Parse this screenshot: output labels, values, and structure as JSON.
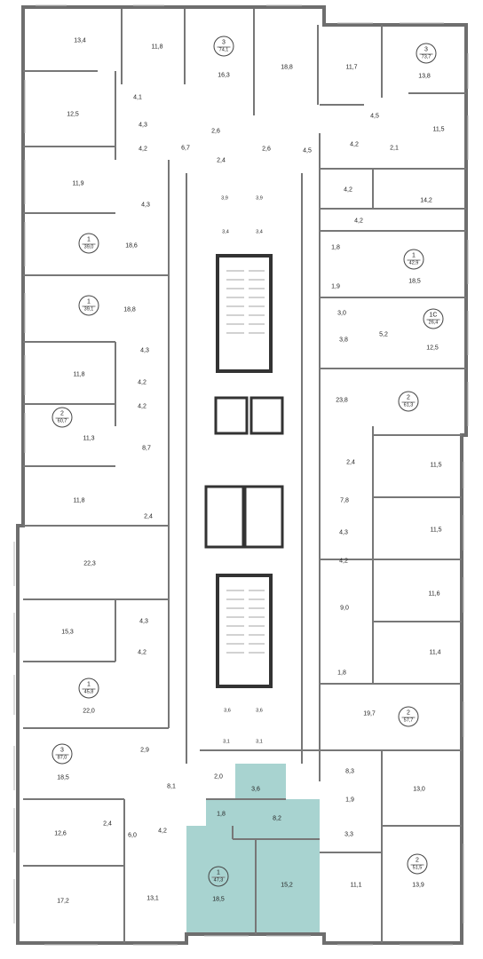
{
  "plan": {
    "highlight_color": "#a8d3d0",
    "wall_color": "#6e6e6e",
    "highlighted_apartment": {
      "rooms": "1",
      "area": "47,3"
    }
  },
  "apartments": [
    {
      "rooms": "3",
      "area": "74,1"
    },
    {
      "rooms": "3",
      "area": "73,7"
    },
    {
      "rooms": "1",
      "area": "39,0"
    },
    {
      "rooms": "1",
      "area": "42,9"
    },
    {
      "rooms": "1",
      "area": "39,1"
    },
    {
      "rooms": "1С",
      "area": "26,4"
    },
    {
      "rooms": "2",
      "area": "61,3"
    },
    {
      "rooms": "2",
      "area": "60,7"
    },
    {
      "rooms": "1",
      "area": "45,8"
    },
    {
      "rooms": "2",
      "area": "57,7"
    },
    {
      "rooms": "3",
      "area": "87,0"
    },
    {
      "rooms": "2",
      "area": "51,5"
    },
    {
      "rooms": "1",
      "area": "47,3"
    }
  ],
  "rooms": [
    "13,4",
    "11,8",
    "16,3",
    "18,8",
    "11,7",
    "13,8",
    "12,5",
    "4,1",
    "4,3",
    "4,2",
    "6,7",
    "2,6",
    "2,6",
    "2,4",
    "4,5",
    "4,5",
    "4,2",
    "2,1",
    "11,5",
    "11,9",
    "4,3",
    "4,2",
    "14,2",
    "4,2",
    "3,9",
    "3,9",
    "3,4",
    "3,4",
    "18,6",
    "1,8",
    "18,5",
    "1,9",
    "18,8",
    "3,0",
    "5,2",
    "3,8",
    "12,5",
    "4,3",
    "11,8",
    "4,2",
    "4,2",
    "23,8",
    "11,3",
    "8,7",
    "2,4",
    "11,5",
    "11,8",
    "2,4",
    "7,8",
    "11,5",
    "22,3",
    "4,3",
    "4,2",
    "11,6",
    "15,3",
    "4,3",
    "9,0",
    "4,2",
    "11,4",
    "1,8",
    "22,0",
    "3,6",
    "3,6",
    "19,7",
    "3,1",
    "3,1",
    "2,9",
    "18,5",
    "8,1",
    "2,0",
    "3,6",
    "8,3",
    "13,0",
    "1,8",
    "8,2",
    "1,9",
    "12,6",
    "2,4",
    "6,0",
    "4,2",
    "3,3",
    "18,5",
    "15,2",
    "11,1",
    "13,9",
    "17,2",
    "13,1"
  ]
}
